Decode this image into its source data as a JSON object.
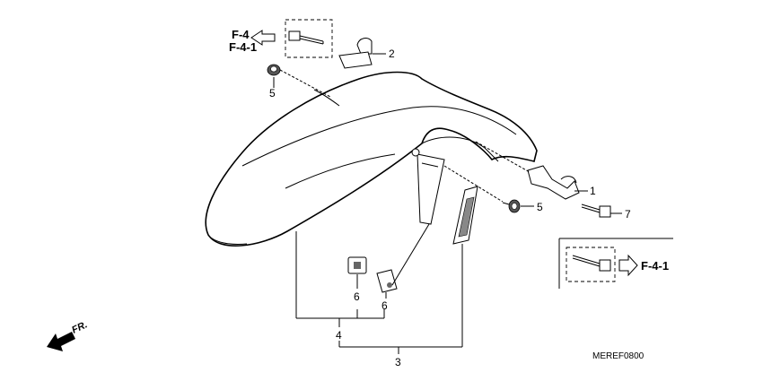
{
  "diagram": {
    "part_code": "MEREF0800",
    "direction_label": "FR.",
    "reference_arrows": {
      "top_left": [
        "F-4",
        "F-4-1"
      ],
      "inset": "F-4-1"
    },
    "callouts": {
      "c1": "1",
      "c2": "2",
      "c3": "3",
      "c4": "4",
      "c5a": "5",
      "c5b": "5",
      "c6a": "6",
      "c6b": "6",
      "c7": "7"
    }
  }
}
